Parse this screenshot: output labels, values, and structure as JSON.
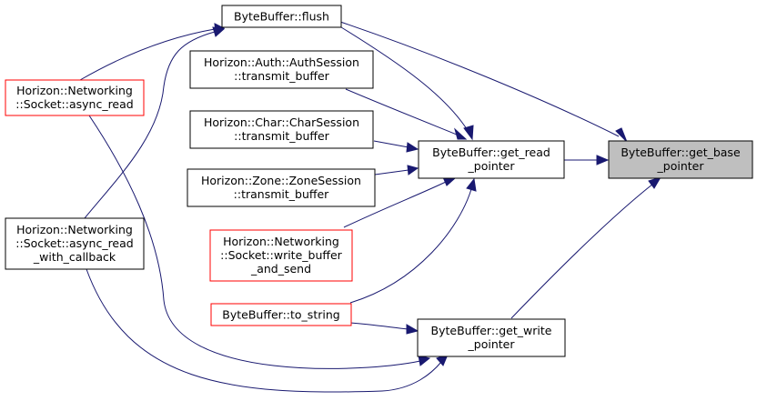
{
  "diagram": {
    "nodes": {
      "flush": {
        "lines": [
          "ByteBuffer::flush"
        ]
      },
      "auth": {
        "lines": [
          "Horizon::Auth::AuthSession",
          "::transmit_buffer"
        ]
      },
      "char": {
        "lines": [
          "Horizon::Char::CharSession",
          "::transmit_buffer"
        ]
      },
      "zone": {
        "lines": [
          "Horizon::Zone::ZoneSession",
          "::transmit_buffer"
        ]
      },
      "write_send": {
        "lines": [
          "Horizon::Networking",
          "::Socket::write_buffer",
          "_and_send"
        ]
      },
      "to_string": {
        "lines": [
          "ByteBuffer::to_string"
        ]
      },
      "async_read": {
        "lines": [
          "Horizon::Networking",
          "::Socket::async_read"
        ]
      },
      "async_read_cb": {
        "lines": [
          "Horizon::Networking",
          "::Socket::async_read",
          "_with_callback"
        ]
      },
      "get_read": {
        "lines": [
          "ByteBuffer::get_read",
          "_pointer"
        ]
      },
      "get_write": {
        "lines": [
          "ByteBuffer::get_write",
          "_pointer"
        ]
      },
      "get_base": {
        "lines": [
          "ByteBuffer::get_base",
          "_pointer"
        ]
      }
    }
  }
}
